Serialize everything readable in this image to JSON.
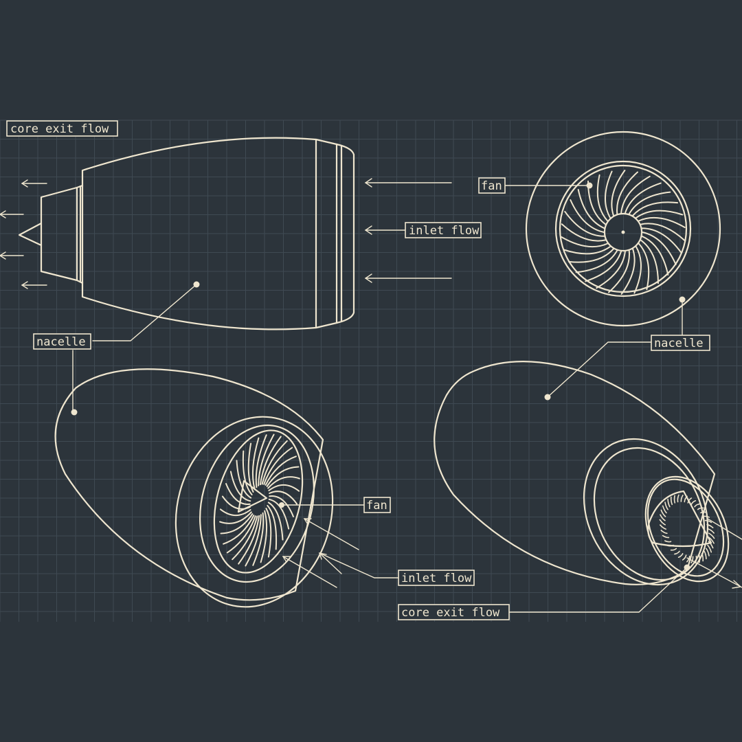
{
  "colors": {
    "background": "#2c343b",
    "grid": "#3f4a53",
    "ink": "#efe6cf"
  },
  "labels": {
    "core_exit_flow_top": "core exit flow",
    "inlet_flow_top": "inlet flow",
    "fan_top": "fan",
    "nacelle_top_left": "nacelle",
    "nacelle_top_right": "nacelle",
    "fan_bottom": "fan",
    "inlet_flow_bottom": "inlet flow",
    "core_exit_flow_bottom": "core exit flow"
  },
  "views": [
    {
      "id": "side-view",
      "title": ""
    },
    {
      "id": "front-view",
      "title": ""
    },
    {
      "id": "front-iso-view",
      "title": ""
    },
    {
      "id": "rear-iso-view",
      "title": ""
    }
  ]
}
